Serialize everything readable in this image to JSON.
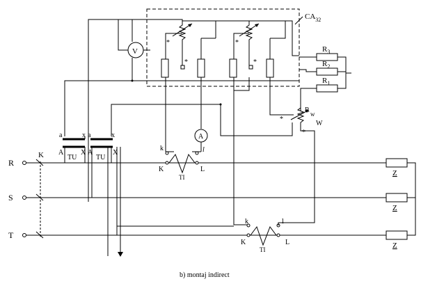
{
  "caption": "b) montaj indirect",
  "labels": {
    "phase_r": "R",
    "phase_s": "S",
    "phase_t": "T",
    "switch_k": "K",
    "wattmeter": "CA",
    "wattmeter_sub": "32",
    "voltmeter": "V",
    "ammeter": "A",
    "r1": "R",
    "r1_sub": "1",
    "r2": "R",
    "r2_sub": "2",
    "r3": "R",
    "r3_sub": "3",
    "rw_r": "R",
    "rw_w1": "w",
    "rw_w2": "W",
    "tu1": "TU",
    "tu2": "TU",
    "tu_a_small": "a",
    "tu_x_small": "x",
    "tu_a_big": "A",
    "tu_x_big": "X",
    "ti1": "TI",
    "ti2": "TI",
    "ti_k_small": "k",
    "ti_l_small": "l",
    "ti_k_big": "K",
    "ti_l_big": "L",
    "load": "Z",
    "star": "*"
  }
}
